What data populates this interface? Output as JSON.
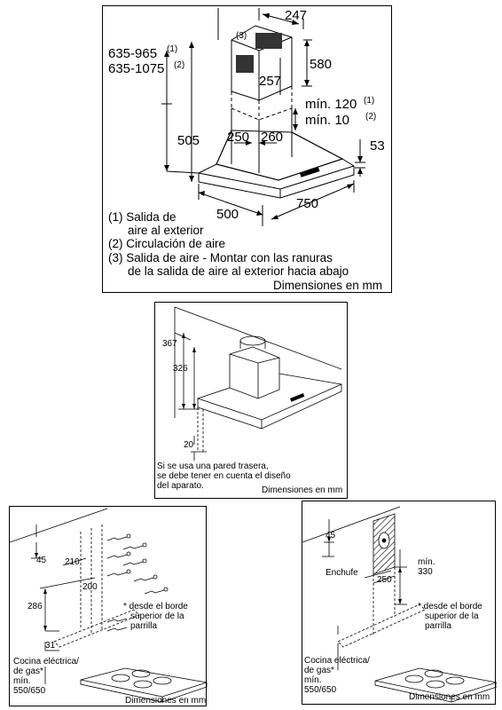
{
  "panel1": {
    "dims": {
      "d247": "247",
      "d3": "(3)",
      "h_range1": "635-965",
      "h_range1_ref": "(1)",
      "h_range2": "635-1075",
      "h_range2_ref": "(2)",
      "d580": "580",
      "d257": "257",
      "min120": "mín. 120",
      "min120_ref": "(1)",
      "min10": "mín. 10",
      "min10_ref": "(2)",
      "d505": "505",
      "d250": "250",
      "d260": "260",
      "d53": "53",
      "d500": "500",
      "d750": "750"
    },
    "legend": {
      "l1a": "(1) Salida de",
      "l1b": "aire al exterior",
      "l2": "(2) Circulación de aire",
      "l3a": "(3) Salida de aire - Montar con las ranuras",
      "l3b": "de la salida de aire al exterior hacia abajo",
      "units": "Dimensiones en mm"
    }
  },
  "panel2": {
    "d367": "367",
    "d326": "326",
    "d20": "20",
    "note1": "Si se usa una pared trasera,",
    "note2": "se debe tener en cuenta el diseño",
    "note3": "del aparato.",
    "units": "Dimensiones en mm"
  },
  "panel3": {
    "d45": "45",
    "d210": "210",
    "d200": "200",
    "d286": "286",
    "d31": "31",
    "note1": "* desde el borde",
    "note2": "superior de la",
    "note3": "parrilla",
    "cook1": "Cocina eléctrica/",
    "cook2": "de gas*",
    "cook3": "mín.",
    "cook4": "550/650",
    "units": "Dimensiones en mm"
  },
  "panel4": {
    "d45": "45",
    "socket": "Enchufe",
    "min": "mín.",
    "d330": "330",
    "d250": "250",
    "note1": "* desde el borde",
    "note2": "superior de la",
    "note3": "parrilla",
    "cook1": "Cocina eléctrica/",
    "cook2": "de gas*",
    "cook3": "mín.",
    "cook4": "550/650",
    "units": "Dimensiones en mm"
  }
}
